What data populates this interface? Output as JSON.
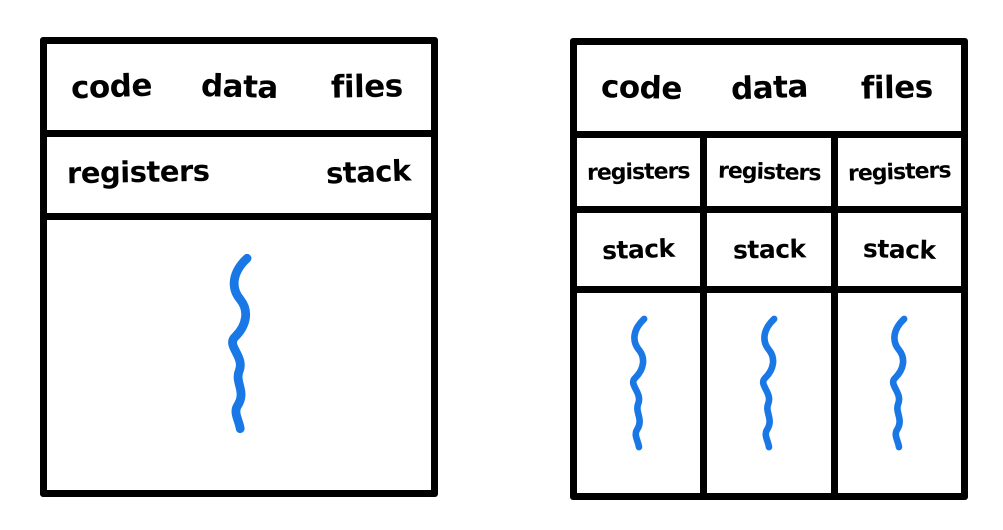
{
  "colors": {
    "ink": "#000000",
    "thread": "#1a78e6",
    "background": "#ffffff"
  },
  "left_diagram": {
    "header_cells": [
      "code",
      "data",
      "files"
    ],
    "registers_label": "registers",
    "stack_label": "stack",
    "thread_count": 1
  },
  "right_diagram": {
    "header_cells": [
      "code",
      "data",
      "files"
    ],
    "columns": [
      {
        "registers_label": "registers",
        "stack_label": "stack"
      },
      {
        "registers_label": "registers",
        "stack_label": "stack"
      },
      {
        "registers_label": "registers",
        "stack_label": "stack"
      }
    ],
    "thread_count": 3
  }
}
